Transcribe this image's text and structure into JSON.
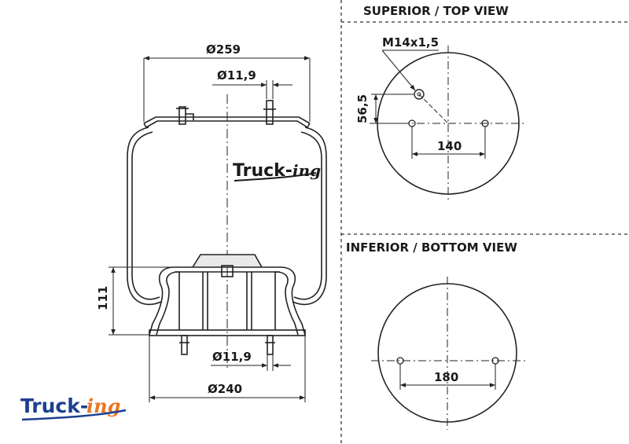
{
  "views": {
    "top_title": "SUPERIOR / TOP VIEW",
    "bottom_title": "INFERIOR / BOTTOM VIEW"
  },
  "side_view": {
    "top_plate_diameter": "Ø259",
    "top_stud_diameter": "Ø11,9",
    "piston_height": "111",
    "bottom_stud_diameter": "Ø11,9",
    "bottom_diameter": "Ø240"
  },
  "top_view": {
    "thread": "M14x1,5",
    "offset": "56,5",
    "stud_spacing": "140"
  },
  "bottom_view": {
    "stud_spacing": "180"
  },
  "logo": {
    "brand": "Truck-",
    "suffix": "ing"
  },
  "colors": {
    "line": "#222222",
    "logo_blue": "#1c3f8f",
    "logo_orange": "#e87722"
  }
}
